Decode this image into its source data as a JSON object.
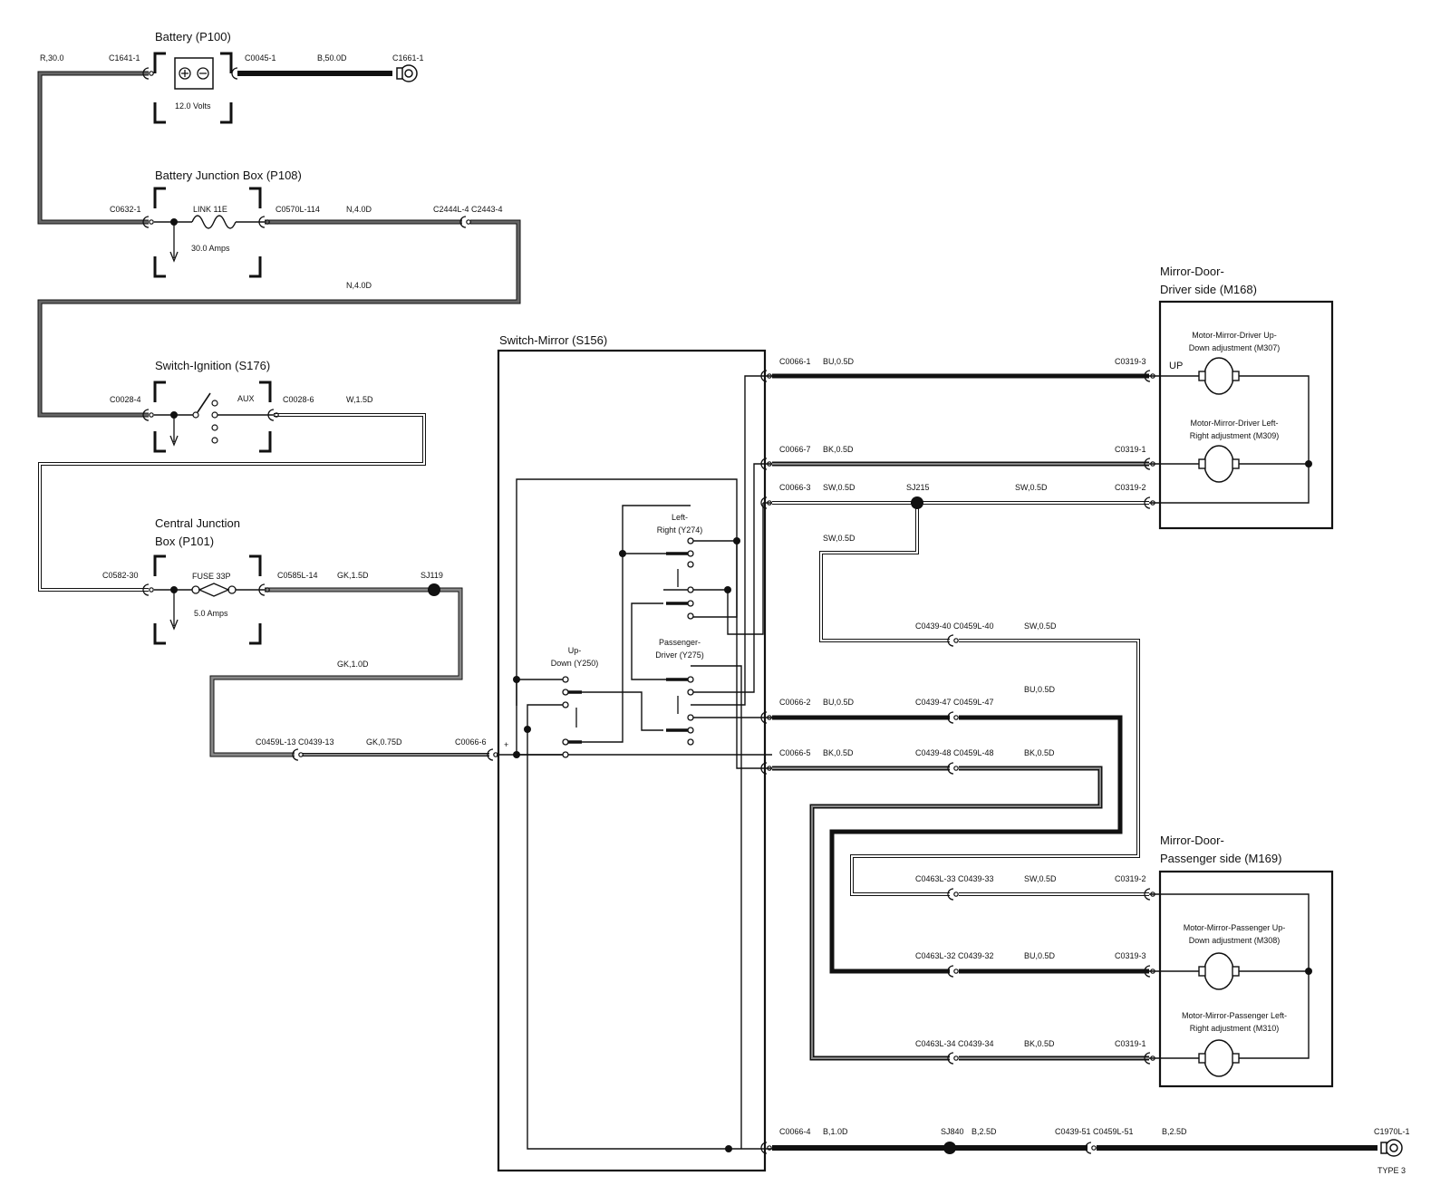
{
  "titles": {
    "battery": "Battery (P100)",
    "bjb": "Battery Junction Box (P108)",
    "ignition": "Switch-Ignition (S176)",
    "cjb_1": "Central Junction",
    "cjb_2": "Box (P101)",
    "switch_mirror": "Switch-Mirror (S156)",
    "mirror_driver_1": "Mirror-Door-",
    "mirror_driver_2": "Driver side (M168)",
    "mirror_pass_1": "Mirror-Door-",
    "mirror_pass_2": "Passenger side (M169)"
  },
  "battery": {
    "volts": "12.0 Volts"
  },
  "bjb": {
    "link": "LINK 11E",
    "amps": "30.0 Amps"
  },
  "ignition": {
    "aux": "AUX"
  },
  "cjb": {
    "fuse": "FUSE 33P",
    "amps": "5.0 Amps"
  },
  "switch": {
    "left_right_1": "Left-",
    "left_right_2": "Right (Y274)",
    "updown_1": "Up-",
    "updown_2": "Down (Y250)",
    "pass_drv_1": "Passenger-",
    "pass_drv_2": "Driver (Y275)",
    "plus": "+"
  },
  "motors": {
    "m307_1": "Motor-Mirror-Driver Up-",
    "m307_2": "Down adjustment (M307)",
    "m309_1": "Motor-Mirror-Driver Left-",
    "m309_2": "Right adjustment (M309)",
    "m308_1": "Motor-Mirror-Passenger Up-",
    "m308_2": "Down adjustment (M308)",
    "m310_1": "Motor-Mirror-Passenger Left-",
    "m310_2": "Right adjustment (M310)",
    "up": "UP"
  },
  "connectors": {
    "c1641": "C1641-1",
    "c0045": "C0045-1",
    "c1661": "C1661-1",
    "c0632": "C0632-1",
    "c0570": "C0570L-114",
    "c2444": "C2444L-4 C2443-4",
    "c0028_4": "C0028-4",
    "c0028_6": "C0028-6",
    "c0582": "C0582-30",
    "c0585": "C0585L-14",
    "sj119": "SJ119",
    "c0459_13": "C0459L-13 C0439-13",
    "c0066_6": "C0066-6",
    "c0066_1": "C0066-1",
    "c0319_3a": "C0319-3",
    "c0066_7": "C0066-7",
    "c0319_1a": "C0319-1",
    "c0066_3": "C0066-3",
    "sj215": "SJ215",
    "c0319_2a": "C0319-2",
    "c0439_40": "C0439-40 C0459L-40",
    "c0066_2": "C0066-2",
    "c0439_47": "C0439-47 C0459L-47",
    "c0066_5": "C0066-5",
    "c0439_48": "C0439-48 C0459L-48",
    "c0463_33": "C0463L-33 C0439-33",
    "c0319_2b": "C0319-2",
    "c0463_32": "C0463L-32 C0439-32",
    "c0319_3b": "C0319-3",
    "c0463_34": "C0463L-34 C0439-34",
    "c0319_1b": "C0319-1",
    "c0066_4": "C0066-4",
    "sj840": "SJ840",
    "c0439_51": "C0439-51 C0459L-51",
    "c1970": "C1970L-1",
    "type3": "TYPE 3"
  },
  "wires": {
    "r30": "R,30.0",
    "b50": "B,50.0D",
    "n4a": "N,4.0D",
    "n4b": "N,4.0D",
    "w15": "W,1.5D",
    "gk15": "GK,1.5D",
    "gk10": "GK,1.0D",
    "gk075": "GK,0.75D",
    "bu05a": "BU,0.5D",
    "bk05a": "BK,0.5D",
    "sw05a": "SW,0.5D",
    "sw05b": "SW,0.5D",
    "sw05c": "SW,0.5D",
    "sw05d": "SW,0.5D",
    "bu05b": "BU,0.5D",
    "bu05c": "BU,0.5D",
    "bk05b": "BK,0.5D",
    "bk05c": "BK,0.5D",
    "sw05e": "SW,0.5D",
    "bu05d": "BU,0.5D",
    "bk05d": "BK,0.5D",
    "b10": "B,1.0D",
    "b25a": "B,2.5D",
    "b25b": "B,2.5D"
  }
}
